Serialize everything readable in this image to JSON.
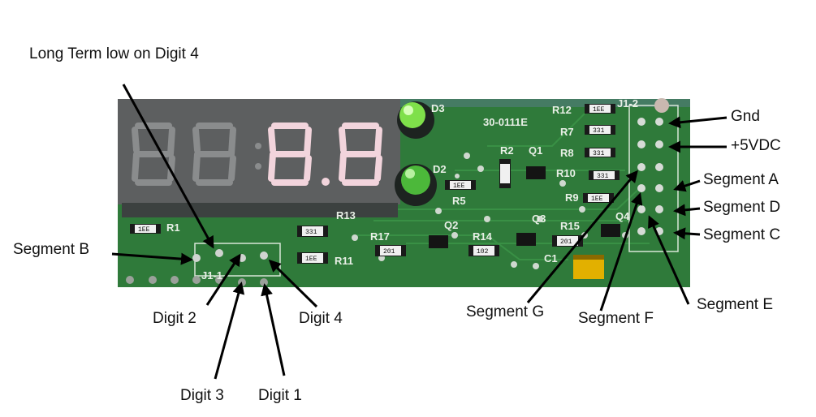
{
  "annotations": {
    "long_term_low": "Long  Term low on Digit 4",
    "gnd": "Gnd",
    "vdc": "+5VDC",
    "seg_a": "Segment A",
    "seg_d": "Segment D",
    "seg_c": "Segment C",
    "seg_b": "Segment B",
    "seg_e": "Segment E",
    "seg_f": "Segment F",
    "seg_g": "Segment G",
    "digit1": "Digit 1",
    "digit2": "Digit 2",
    "digit3": "Digit 3",
    "digit4": "Digit 4"
  },
  "silkscreen": {
    "board_id": "30-0111E",
    "j1_1": "J1-1",
    "j1_2": "J1-2",
    "d2": "D2",
    "d3": "D3",
    "q1": "Q1",
    "q2": "Q2",
    "q3": "Q3",
    "q4": "Q4",
    "r1": "R1",
    "r2": "R2",
    "r5": "R5",
    "r7": "R7",
    "r8": "R8",
    "r9": "R9",
    "r10": "R10",
    "r11": "R11",
    "r12": "R12",
    "r13": "R13",
    "r14": "R14",
    "r15": "R15",
    "r17": "R17",
    "c1": "C1"
  },
  "resistor_codes": {
    "c1ee": "1EE",
    "c331": "331",
    "c201": "201",
    "c102": "102"
  },
  "colors": {
    "pcb": "#2f7a3a",
    "pcb_dark": "#1f5a2a",
    "display_body": "#5d5f60",
    "segment_on": "#f2d4dc",
    "segment_off": "#8a8c8d",
    "led_green": "#7fe04a",
    "capacitor": "#e2b000"
  }
}
